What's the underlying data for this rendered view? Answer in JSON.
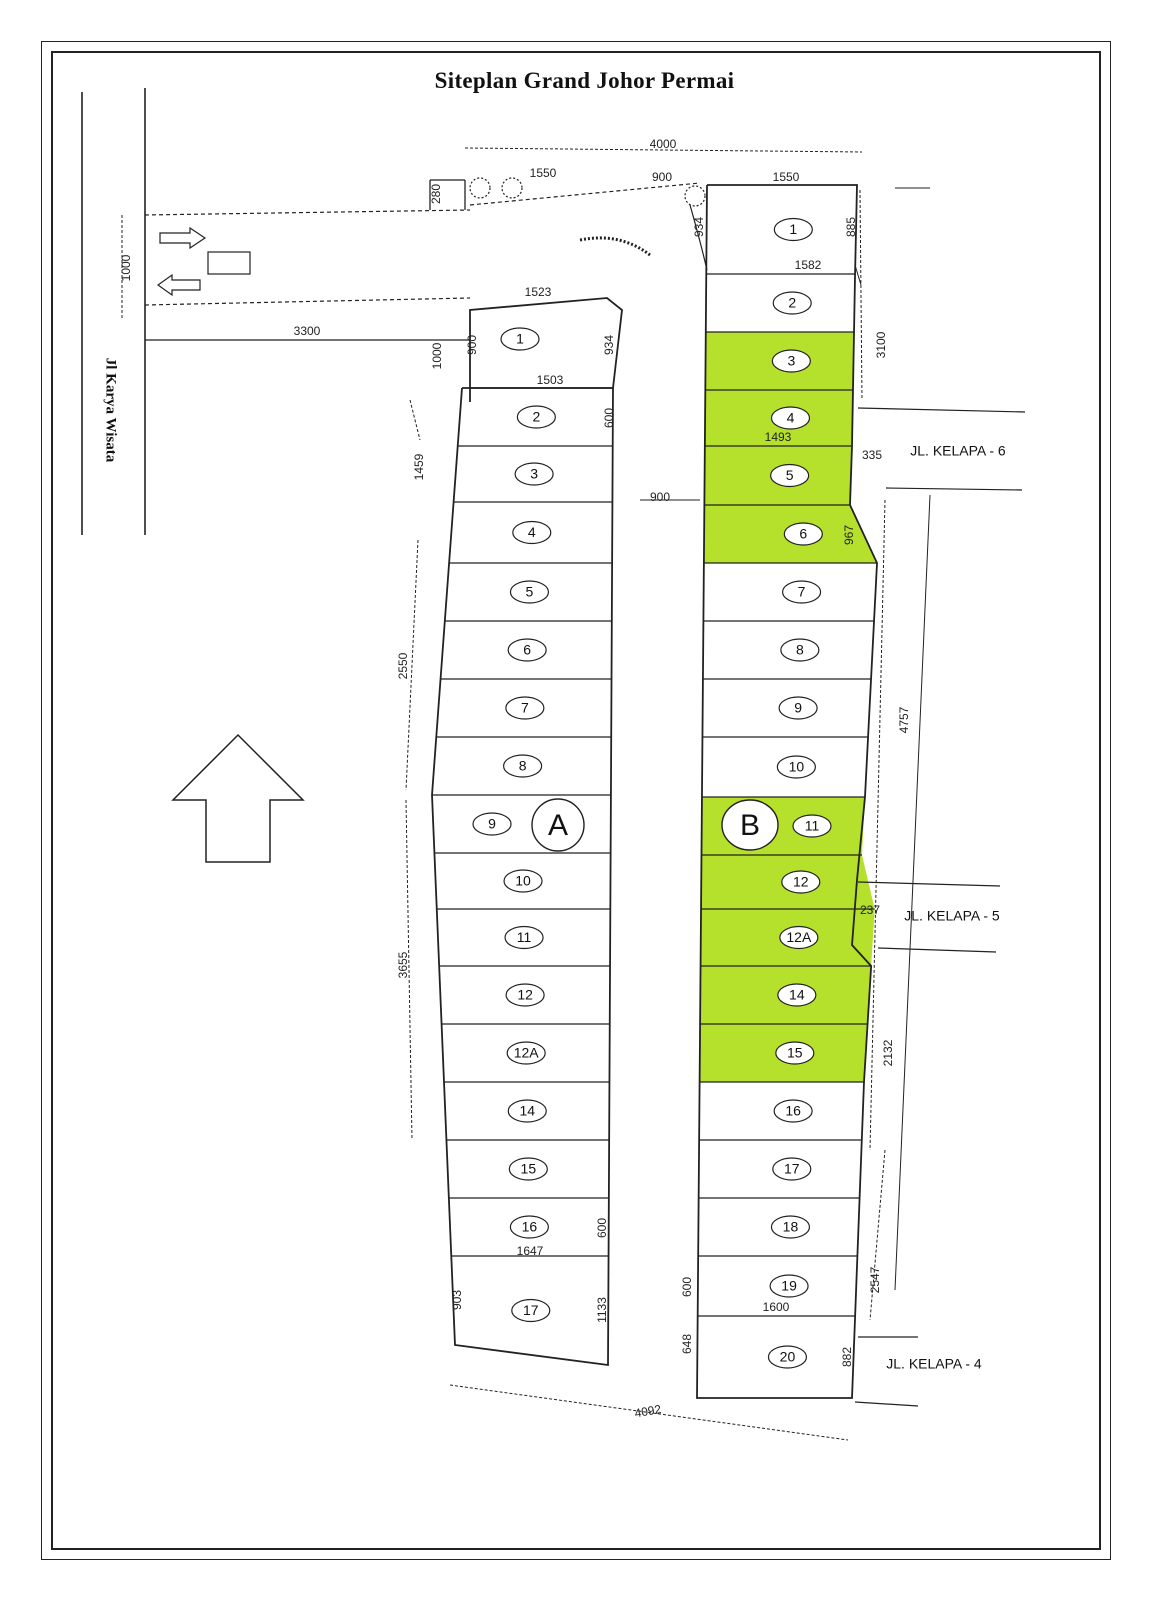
{
  "title": "Siteplan Grand Johor Permai",
  "main_road": "Jl Karya Wisata",
  "streets": [
    "JL. KELAPA - 6",
    "JL. KELAPA - 5",
    "JL. KELAPA - 4"
  ],
  "highlight_color": "#b5e02c",
  "blocks": [
    {
      "name": "A",
      "lots": [
        "1",
        "2",
        "3",
        "4",
        "5",
        "6",
        "7",
        "8",
        "9",
        "10",
        "11",
        "12",
        "12A",
        "14",
        "15",
        "16",
        "17"
      ]
    },
    {
      "name": "B",
      "lots": [
        "1",
        "2",
        "3",
        "4",
        "5",
        "6",
        "7",
        "8",
        "9",
        "10",
        "11",
        "12",
        "12A",
        "14",
        "15",
        "16",
        "17",
        "18",
        "19",
        "20"
      ],
      "highlighted_lots": [
        "3",
        "4",
        "5",
        "6",
        "11",
        "12",
        "12A",
        "14",
        "15"
      ]
    }
  ],
  "dimensions": [
    "4000",
    "1550",
    "900",
    "1550",
    "280",
    "934",
    "885",
    "1582",
    "1000",
    "1523",
    "3300",
    "1000",
    "900",
    "934",
    "1503",
    "600",
    "3100",
    "1493",
    "335",
    "1459",
    "900",
    "967",
    "2550",
    "4757",
    "237",
    "3655",
    "2132",
    "600",
    "1647",
    "903",
    "1133",
    "648",
    "600",
    "1600",
    "2547",
    "882",
    "4092"
  ]
}
